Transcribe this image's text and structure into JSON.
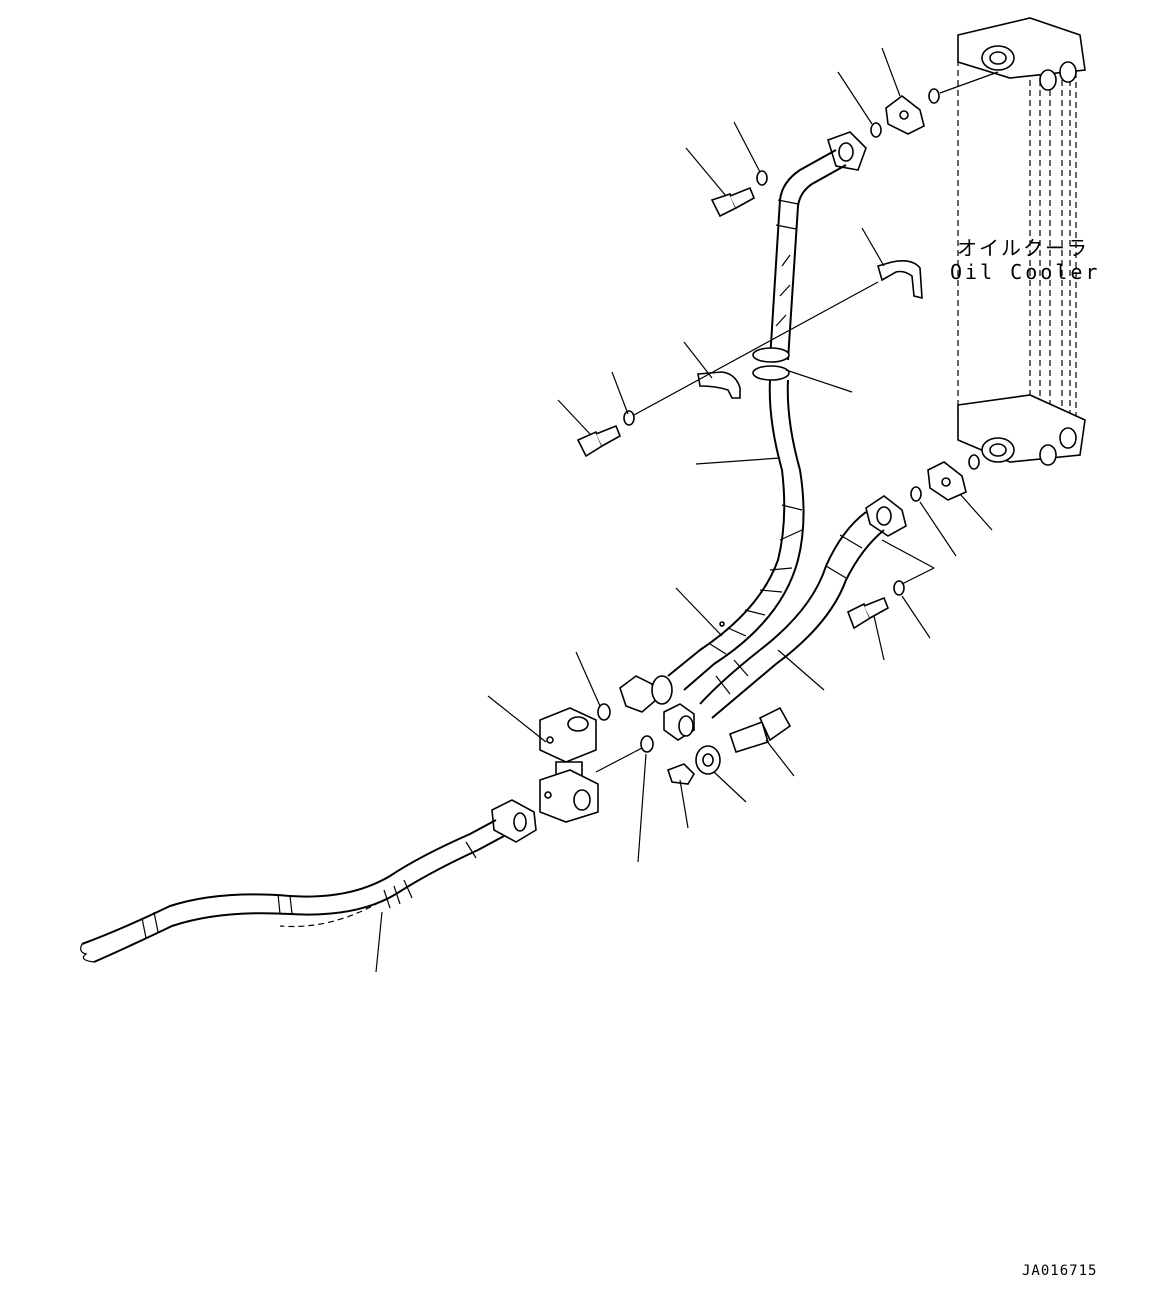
{
  "component_label": {
    "japanese": "オイルクーラ",
    "english": "Oil Cooler"
  },
  "drawing_id": "JA016715"
}
